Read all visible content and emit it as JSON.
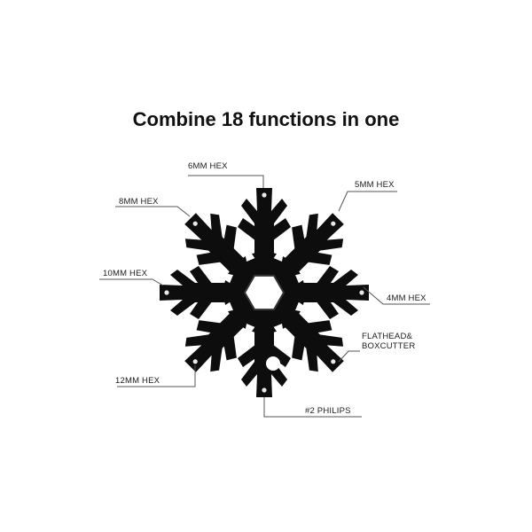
{
  "title": "Combine 18 functions in one",
  "labels": {
    "hex6": "6MM HEX",
    "hex5": "5MM HEX",
    "hex8": "8MM HEX",
    "hex10": "10MM HEX",
    "hex4": "4MM HEX",
    "flathead_line1": "FLATHEAD&",
    "flathead_line2": "BOXCUTTER",
    "hex12": "12MM HEX",
    "philips": "#2 PHILIPS"
  },
  "colors": {
    "tool": "#0d0d0d",
    "highlight": "#3a3a3a",
    "leader": "#555555",
    "text": "#1a1a1a"
  },
  "icons": {
    "tool": "snowflake-multitool-icon"
  }
}
